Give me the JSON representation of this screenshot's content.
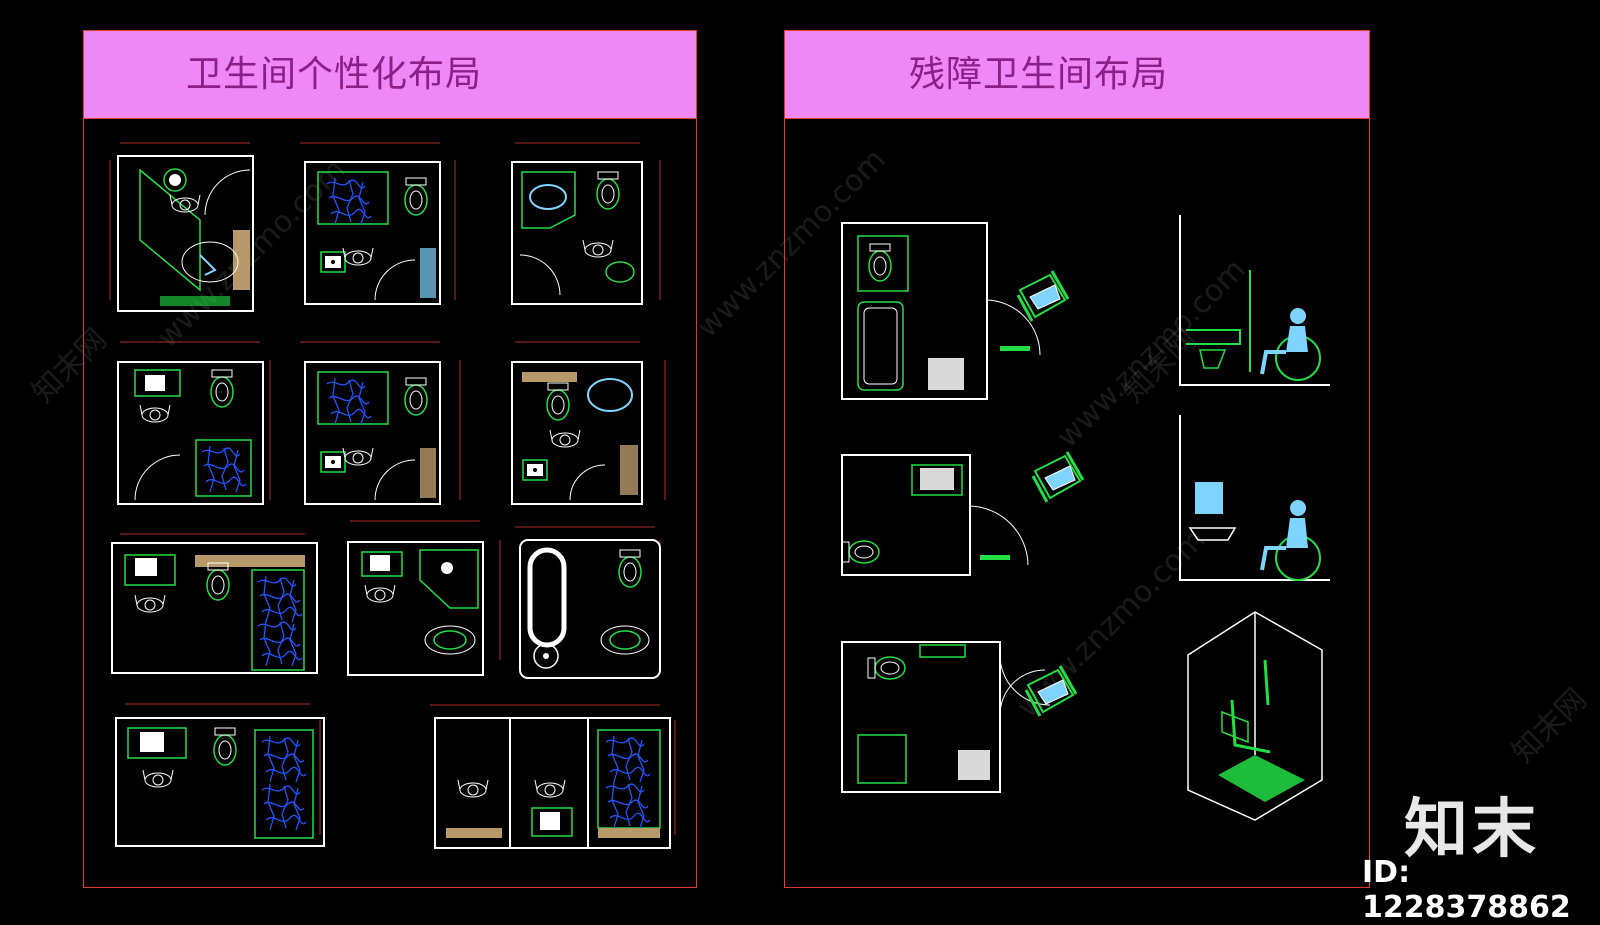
{
  "left_panel": {
    "title": "卫生间个性化布局"
  },
  "right_panel": {
    "title": "残障卫生间布局"
  },
  "watermark": {
    "site": "www.znzmo.com",
    "cn": "知末网"
  },
  "brand": {
    "logo_text": "知末",
    "image_id": "ID: 1228378862"
  },
  "colors": {
    "frame": "#e03a2a",
    "header_fill": "#ee88f6",
    "title_text": "#8a1f8a",
    "wall": "#ffffff",
    "fixture_green": "#22dd44",
    "tile_blue": "#2255ff",
    "fixture_cyan": "#7fd3ff",
    "wood": "#b89a6a"
  }
}
